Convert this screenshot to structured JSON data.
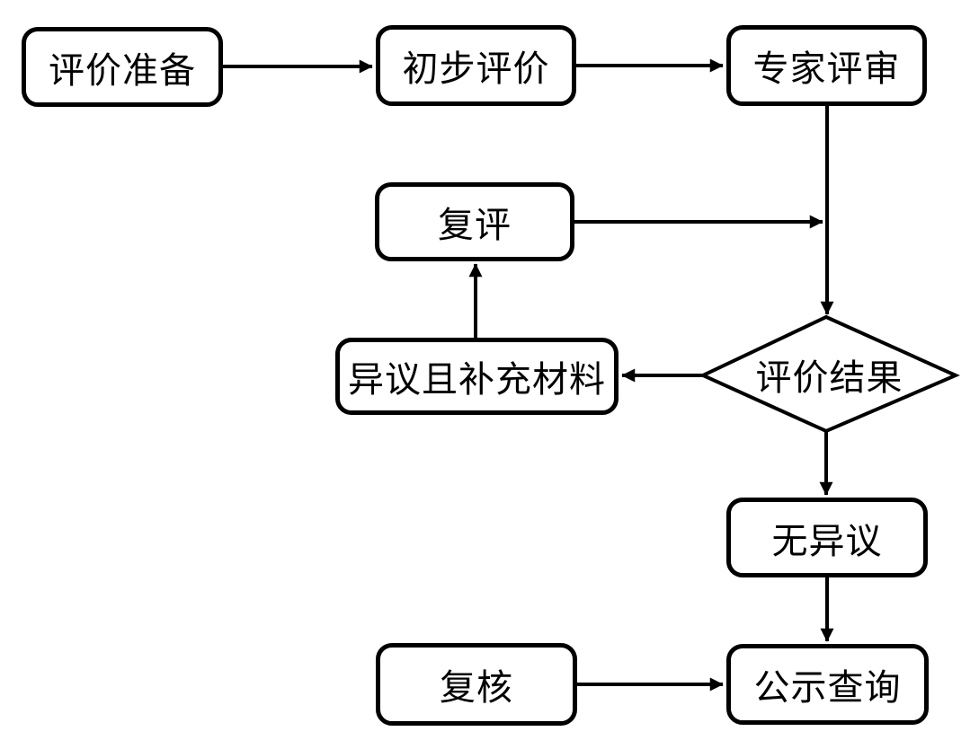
{
  "colors": {
    "stroke": "#000000",
    "node_fill": "#ffffff",
    "background": "#ffffff"
  },
  "nodes": {
    "prepare": {
      "label": "评价准备"
    },
    "preliminary": {
      "label": "初步评价"
    },
    "expert": {
      "label": "专家评审"
    },
    "reeval": {
      "label": "复评"
    },
    "objection": {
      "label": "异议且补充材料"
    },
    "decision": {
      "label": "评价结果"
    },
    "no_objection": {
      "label": "无异议"
    },
    "recheck": {
      "label": "复核"
    },
    "publicity": {
      "label": "公示查询"
    }
  },
  "edges": [
    {
      "from": "prepare",
      "to": "preliminary"
    },
    {
      "from": "preliminary",
      "to": "expert"
    },
    {
      "from": "expert",
      "to": "decision"
    },
    {
      "from": "reeval",
      "to": "decision"
    },
    {
      "from": "decision",
      "to": "objection"
    },
    {
      "from": "objection",
      "to": "reeval"
    },
    {
      "from": "decision",
      "to": "no_objection"
    },
    {
      "from": "no_objection",
      "to": "publicity"
    },
    {
      "from": "recheck",
      "to": "publicity"
    }
  ]
}
